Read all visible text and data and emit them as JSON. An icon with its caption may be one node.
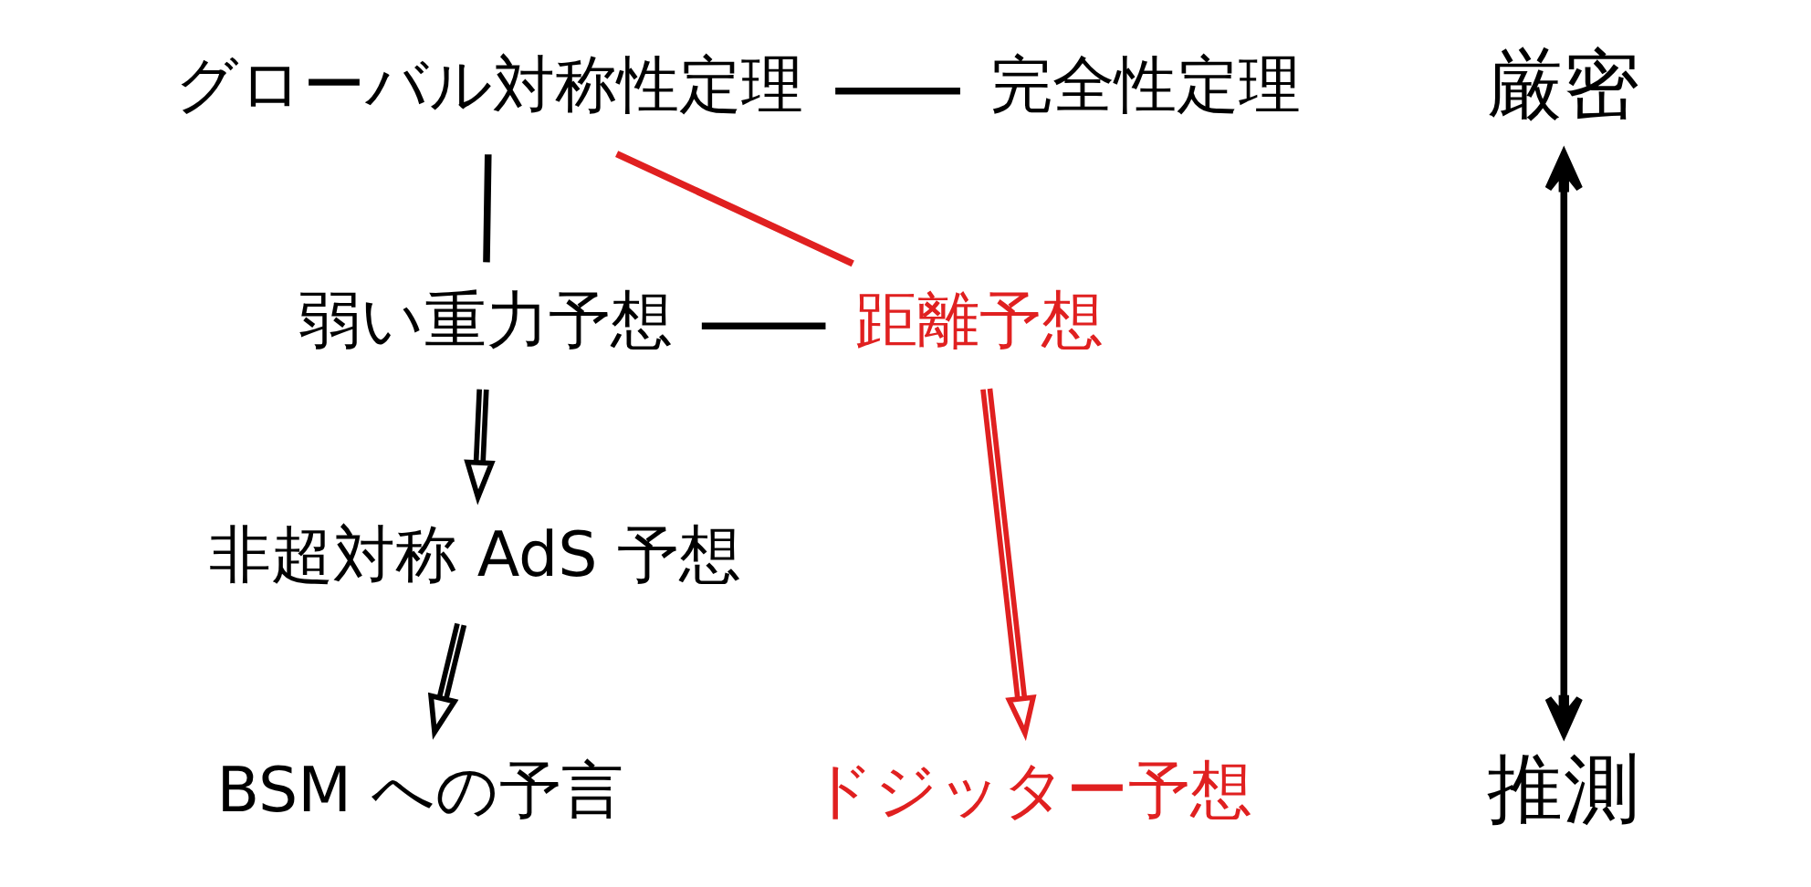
{
  "diagram": {
    "nodes": [
      {
        "text": [
          "グローバル対称性定理"
        ]
      },
      {
        "text": [
          "完全性定理"
        ]
      },
      {
        "text": [
          "弱い重力予想"
        ]
      },
      {
        "text": [
          "距離予想"
        ]
      },
      {
        "text": [
          "非超対称 AdS 予想"
        ]
      },
      {
        "text": [
          "BSM への予言"
        ]
      },
      {
        "text": [
          "ドジッター予想"
        ]
      },
      {
        "text": [
          "厳密"
        ]
      },
      {
        "text": [
          "推測"
        ]
      }
    ],
    "edges": [
      {
        "from": 0,
        "to": 1,
        "arrow": "none"
      },
      {
        "from": 0,
        "to": 2,
        "arrow": "none"
      },
      {
        "from": 0,
        "to": 3,
        "arrow": "none",
        "color": "#e02020"
      },
      {
        "from": 2,
        "to": 3,
        "arrow": "none"
      },
      {
        "from": 2,
        "to": 4,
        "arrow": "to"
      },
      {
        "from": 4,
        "to": 5,
        "arrow": "to"
      },
      {
        "from": 3,
        "to": 6,
        "arrow": "to",
        "color": "#e02020"
      },
      {
        "from": 7,
        "to": 8,
        "arrow": "both"
      }
    ]
  }
}
